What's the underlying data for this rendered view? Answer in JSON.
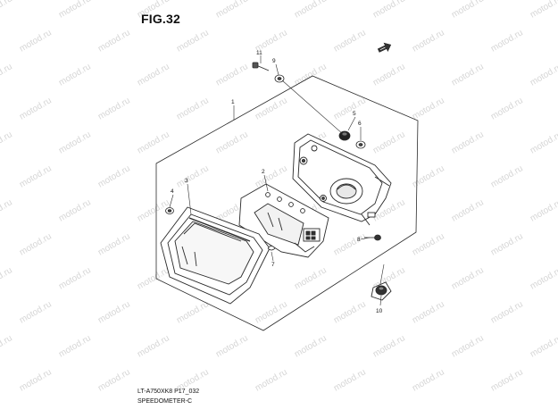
{
  "figure": {
    "title": "FIG.32",
    "drawing_code": "LT-A750XK8 P17_032",
    "assembly_name": "SPEEDOMETER-C",
    "watermark_text": "motod.ru"
  },
  "callouts": [
    {
      "id": "callout-11",
      "label": "11"
    },
    {
      "id": "callout-9",
      "label": "9"
    },
    {
      "id": "callout-1",
      "label": "1"
    },
    {
      "id": "callout-5",
      "label": "5"
    },
    {
      "id": "callout-6",
      "label": "6"
    },
    {
      "id": "callout-2",
      "label": "2"
    },
    {
      "id": "callout-3",
      "label": "3"
    },
    {
      "id": "callout-4",
      "label": "4"
    },
    {
      "id": "callout-8",
      "label": "8"
    },
    {
      "id": "callout-7",
      "label": "7"
    },
    {
      "id": "callout-10",
      "label": "10"
    }
  ],
  "colors": {
    "line": "#2a2a2a",
    "watermark": "#d6d6d6",
    "background": "#ffffff"
  },
  "icons": {
    "front_direction": "front-arrow-icon"
  }
}
